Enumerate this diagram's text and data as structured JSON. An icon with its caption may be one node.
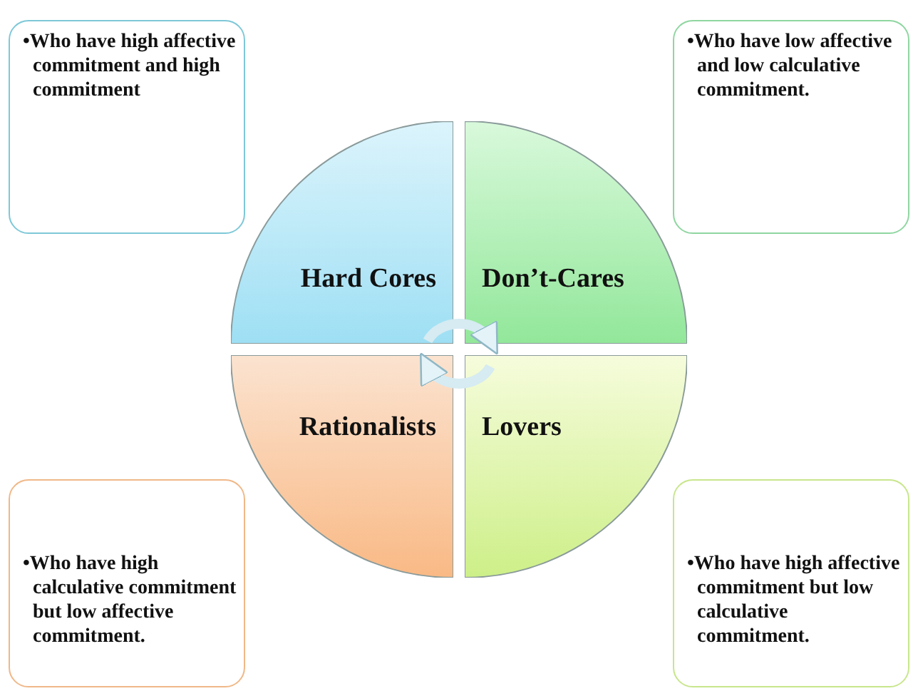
{
  "diagram": {
    "nodes": [
      {
        "text": [
          "•Who have high affective commitment and high commitment"
        ]
      },
      {
        "text": [
          "•Who have low affective and low calculative commitment."
        ]
      },
      {
        "text": [
          "Hard Cores"
        ]
      },
      {
        "text": [
          "Don’t-Cares"
        ]
      },
      {
        "text": [
          "Rationalists"
        ]
      },
      {
        "text": [
          "Lovers"
        ]
      },
      {
        "text": [
          "•Who have high calculative commitment but low affective commitment."
        ]
      },
      {
        "text": [
          "•Who have high affective commitment but low calculative commitment."
        ]
      }
    ],
    "edges": [
      {
        "from": 2,
        "to": 3,
        "arrow": "to"
      },
      {
        "from": 5,
        "to": 4,
        "arrow": "to"
      }
    ]
  }
}
